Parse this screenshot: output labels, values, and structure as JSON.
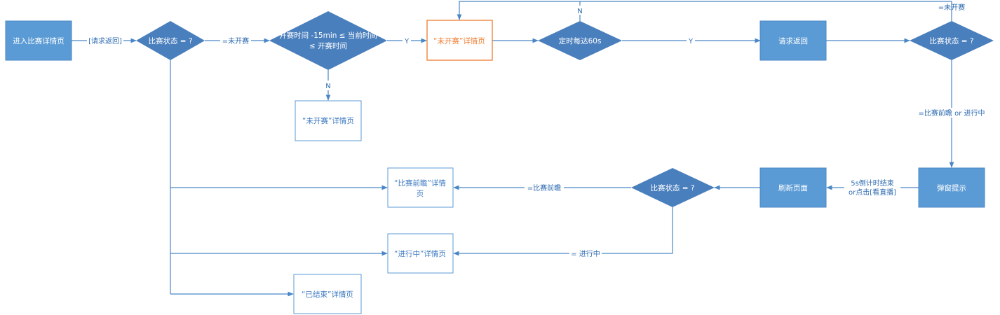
{
  "colors": {
    "fill_dark": "#4a7fbd",
    "fill_mid": "#5b9bd5",
    "edge": "#4a86c6",
    "text_blue": "#3b78c0",
    "highlight_orange": "#ee7d31"
  },
  "nodes": {
    "enter": {
      "text": "进入比赛详情页"
    },
    "status1": {
      "text": "比赛状态 = ?"
    },
    "timecheck": {
      "line1": "开赛时间 -15min ≤ 当前时间",
      "line2": "≤ 开赛时间"
    },
    "notstarted_n": {
      "text": "“未开赛”详情页"
    },
    "notstarted_y": {
      "text": "“未开赛”详情页"
    },
    "timer": {
      "text": "定时每达60s"
    },
    "request_return": {
      "text": "请求返回"
    },
    "status2": {
      "text": "比赛状态 = ?"
    },
    "popup": {
      "text": "弹窗提示"
    },
    "refresh": {
      "text": "刷新页面"
    },
    "status3": {
      "text": "比赛状态 = ?"
    },
    "pregame": {
      "line1": "“比赛前瞻”详情",
      "line2": "页"
    },
    "inprogress": {
      "text": "“进行中”详情页"
    },
    "ended": {
      "text": "“已结束”详情页"
    }
  },
  "edge_labels": {
    "request_return": "[请求返回]",
    "eq_not_started_1": "=未开赛",
    "yes_1": "Y",
    "no_1": "N",
    "yes_2": "Y",
    "no_2": "N",
    "eq_not_started_2": "=未开赛",
    "eq_pre_or_live": "=比赛前瞻 or 进行中",
    "countdown_line1": "5s倒计时结束",
    "countdown_line2": "or点击[看直播]",
    "eq_pregame": "=比赛前瞻",
    "eq_inprogress": "= 进行中"
  }
}
